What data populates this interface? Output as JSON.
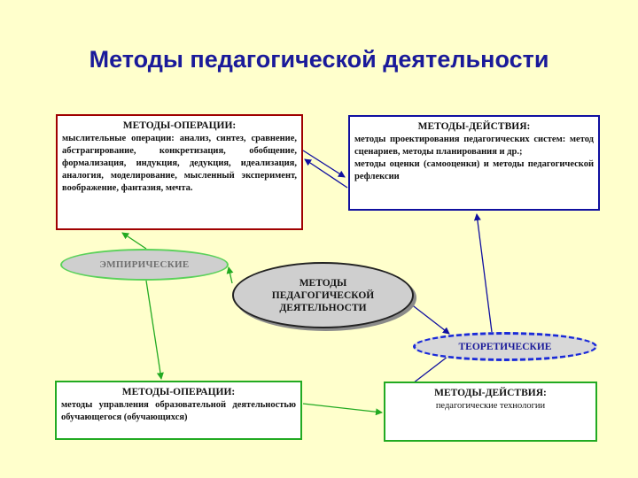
{
  "title": "Методы педагогической деятельности",
  "boxes": {
    "ops_top": {
      "header": "МЕТОДЫ-ОПЕРАЦИИ:",
      "text": "мыслительные операции: анализ, синтез, сравнение, абстрагирование, конкретизация, обобщение, формализация, индукция, дедукция, идеализация, аналогия, моделирование, мысленный эксперимент, воображение, фантазия, мечта."
    },
    "acts_top": {
      "header": "МЕТОДЫ-ДЕЙСТВИЯ:",
      "text": "методы проектирования педагогических систем: метод сценариев, методы планирования и др.;\nметоды оценки (самооценки) и методы педагогической рефлексии"
    },
    "ops_bottom": {
      "header": "МЕТОДЫ-ОПЕРАЦИИ:",
      "text": "методы управления образовательной деятельностью обучающегося (обучающихся)"
    },
    "acts_bottom": {
      "header": "МЕТОДЫ-ДЕЙСТВИЯ:",
      "text": "педагогические технологии"
    }
  },
  "ellipses": {
    "empirical": "ЭМПИРИЧЕСКИЕ",
    "center": "МЕТОДЫ\nПЕДАГОГИЧЕСКОЙ\nДЕЯТЕЛЬНОСТИ",
    "theoretical": "ТЕОРЕТИЧЕСКИЕ"
  },
  "colors": {
    "background": "#ffffcc",
    "title": "#1a1a9a",
    "box_top_left_border": "#a00000",
    "box_top_right_border": "#1010a0",
    "box_bottom_border": "#22aa22",
    "connector_green": "#22aa22",
    "connector_blue": "#1010a0"
  }
}
